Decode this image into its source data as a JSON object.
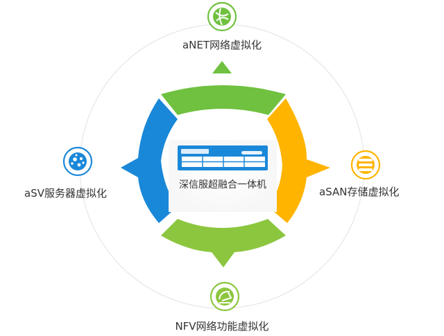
{
  "center": {
    "title": "深信服超融合一体机"
  },
  "modules": {
    "top": {
      "label": "aNET网络虚拟化",
      "icon": "network-globe-icon",
      "color": "#6fc13f"
    },
    "left": {
      "label": "aSV服务器虚拟化",
      "icon": "server-cluster-icon",
      "color": "#1a88d9"
    },
    "right": {
      "label": "aSAN存储虚拟化",
      "icon": "storage-stack-icon",
      "color": "#ffb400"
    },
    "bottom": {
      "label": "NFV网络功能虚拟化",
      "icon": "network-function-icon",
      "color": "#8cc63f"
    }
  },
  "ring_colors": {
    "top": "#6fc13f",
    "left": "#1a88d9",
    "right": "#ffb400",
    "bottom": "#8cc63f"
  }
}
